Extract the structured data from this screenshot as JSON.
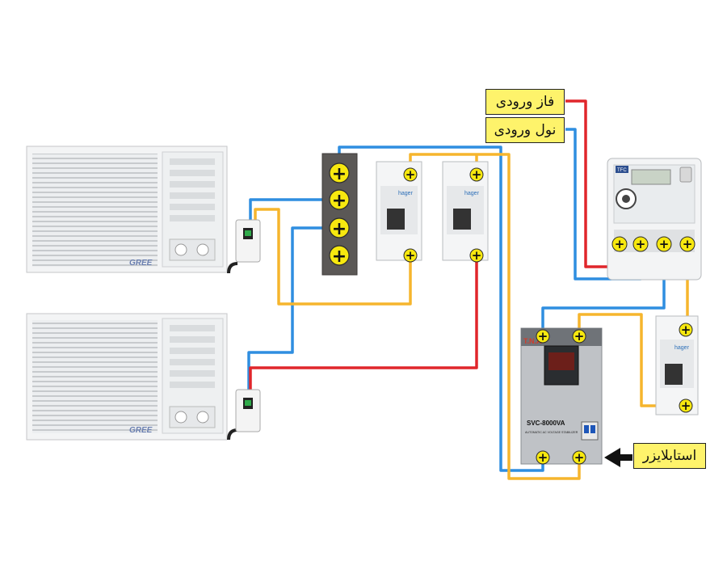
{
  "labels": {
    "phase_input": "فاز ورودی",
    "neutral_input": "نول ورودی",
    "stabilizer": "استابلایزر"
  },
  "ac_units": [
    {
      "brand": "GREE"
    },
    {
      "brand": "GREE"
    }
  ],
  "stabilizer": {
    "brand": "T.N.A",
    "model": "SVC-8000VA",
    "subtitle": "AUTOMATIC AC VOLTAGE STABILIZER"
  },
  "meter": {
    "brand": "TFC"
  },
  "breakers": [
    {
      "brand": "hager"
    },
    {
      "brand": "hager"
    },
    {
      "brand": "hager"
    }
  ],
  "colors": {
    "phase": "#e0262b",
    "neutral": "#2f8ee0",
    "load": "#f6b52d",
    "terminal": "#f7e80f"
  }
}
